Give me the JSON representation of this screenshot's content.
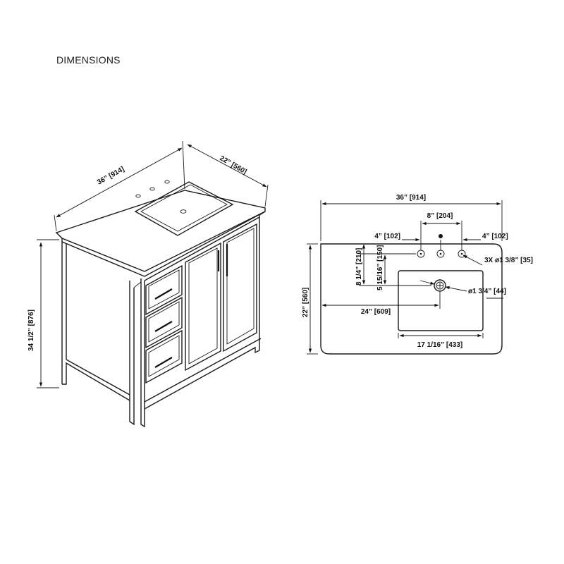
{
  "title": "DIMENSIONS",
  "vanity_3d": {
    "width_label": "36” [914]",
    "depth_label": "22” [560]",
    "height_label": "34 1/2” [876]"
  },
  "top_view": {
    "width_label": "36” [914]",
    "faucet_spread_label": "8” [204]",
    "left_offset_label": "4” [102]",
    "right_offset_label": "4” [102]",
    "faucet_holes_label": "3X ø1 3/8” [35]",
    "depth_label": "22” [560]",
    "faucet_row_depth_label": "8 1/4” [210]",
    "basin_setback_label": "5 15/16” [150]",
    "drain_label": "ø1 3/4” [44]",
    "drain_offset_label": "24” [609]",
    "basin_width_label": "17 1/16” [433]"
  }
}
